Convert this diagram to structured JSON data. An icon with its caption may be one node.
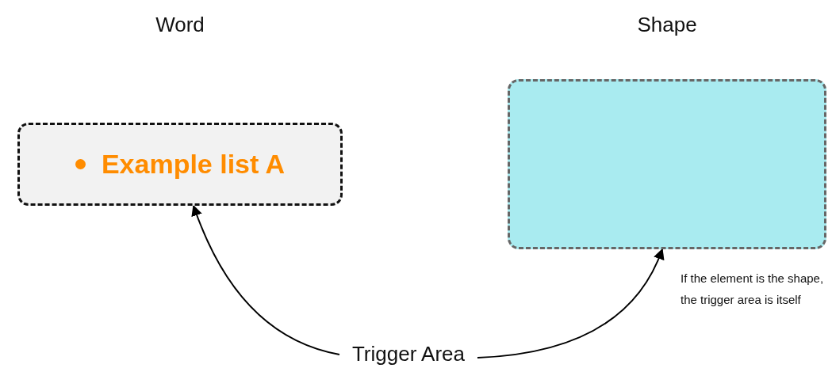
{
  "diagram": {
    "nodes": [
      {
        "text": [
          "Word",
          "Example list A"
        ]
      },
      {
        "text": [
          "Shape"
        ],
        "beside": [
          "If the element is the shape, the trigger area is itself"
        ]
      },
      {
        "text": [
          "Trigger Area"
        ]
      }
    ],
    "edges": [
      {
        "from": 2,
        "to": 0,
        "arrow": "to"
      },
      {
        "from": 2,
        "to": 1,
        "arrow": "to"
      }
    ]
  }
}
